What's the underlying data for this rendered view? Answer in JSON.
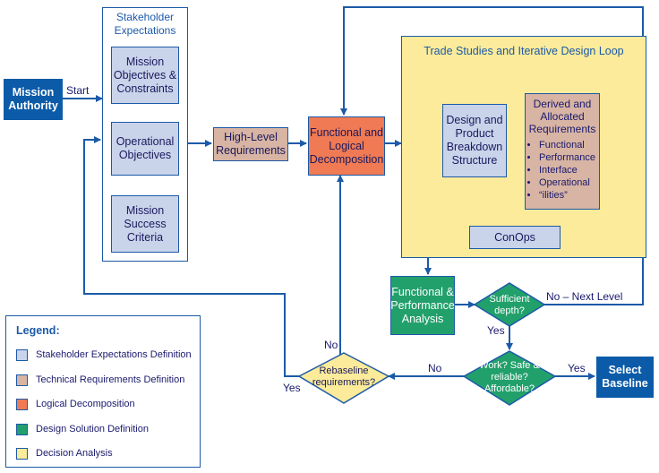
{
  "nodes": {
    "mission_authority": "Mission Authority",
    "stakeholder_title": "Stakeholder Expectations",
    "mission_objectives": "Mission Objectives & Constraints",
    "operational_objectives": "Operational Objectives",
    "mission_success": "Mission Success Criteria",
    "high_level_req": "High-Level Requirements",
    "functional_logical": "Functional and Logical Decomposition",
    "trade_title": "Trade Studies and Iterative Design Loop",
    "design_product": "Design and Product Breakdown Structure",
    "derived_title": "Derived and Allocated Requirements",
    "derived_items": [
      "Functional",
      "Performance",
      "Interface",
      "Operational",
      "“ilities”"
    ],
    "conops": "ConOps",
    "func_perf": "Functional & Performance Analysis",
    "sufficient_depth": "Sufficient depth?",
    "work": "Work? Safe & reliable? Affordable?",
    "rebaseline": "Rebaseline requirements?",
    "select_baseline": "Select Baseline"
  },
  "edge_labels": {
    "start": "Start",
    "no_next_level": "No – Next Level",
    "yes_depth": "Yes",
    "no_work": "No",
    "yes_work": "Yes",
    "no_rebaseline": "No",
    "yes_rebaseline": "Yes"
  },
  "legend": {
    "title": "Legend:",
    "items": [
      {
        "label": "Stakeholder Expectations Definition",
        "color": "#c9d3ea"
      },
      {
        "label": "Technical Requirements Definition",
        "color": "#d7b4a3"
      },
      {
        "label": "Logical Decomposition",
        "color": "#ef7a53"
      },
      {
        "label": "Design Solution Definition",
        "color": "#22a06b"
      },
      {
        "label": "Decision Analysis",
        "color": "#fbeb9a"
      }
    ]
  },
  "colors": {
    "line": "#1c5aa8",
    "decision": "#fbeb9a",
    "green": "#22a06b",
    "blue": "#0b5ba8"
  }
}
